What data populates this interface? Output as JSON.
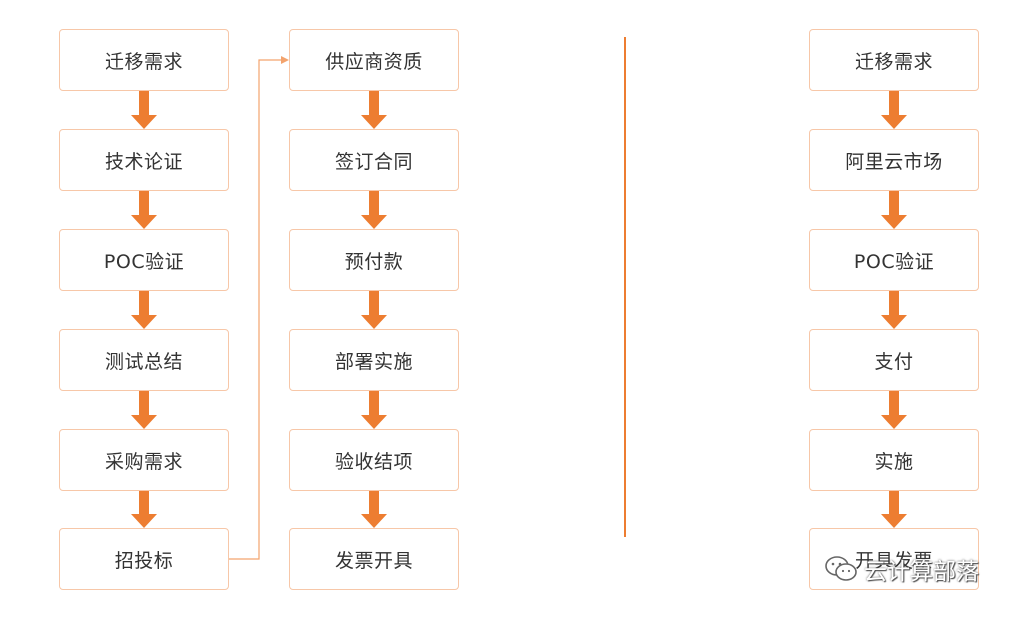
{
  "colors": {
    "accent": "#ed7d31",
    "box_border": "#f7c7a8",
    "text": "#333333"
  },
  "columns": [
    {
      "steps": [
        "迁移需求",
        "技术论证",
        "POC验证",
        "测试总结",
        "采购需求",
        "招投标"
      ]
    },
    {
      "steps": [
        "供应商资质",
        "签订合同",
        "预付款",
        "部署实施",
        "验收结项",
        "发票开具"
      ]
    },
    {
      "steps": [
        "迁移需求",
        "阿里云市场",
        "POC验证",
        "支付",
        "实施",
        "开具发票"
      ]
    }
  ],
  "watermark": {
    "text": "云计算部落",
    "icon": "wechat-icon"
  }
}
